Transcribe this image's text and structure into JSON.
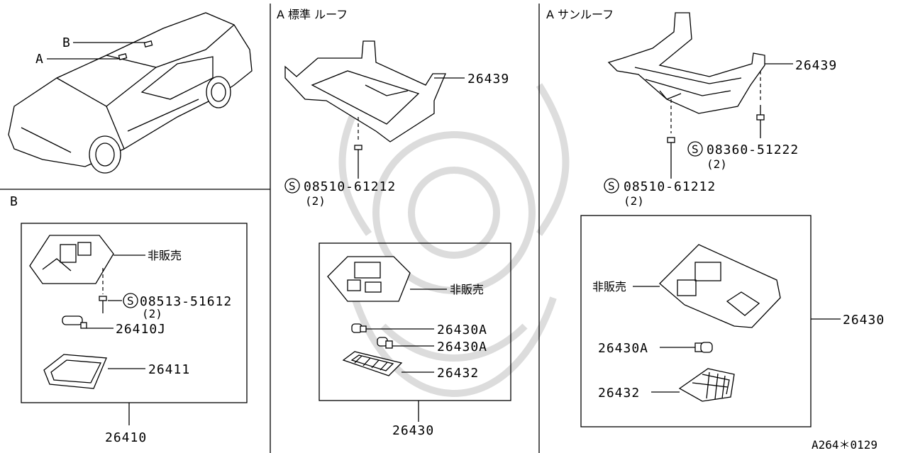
{
  "section_b": {
    "car_label_b": "B",
    "car_label_a": "A",
    "title": "B",
    "lamp_label": "非販売",
    "screw_part": "08513-51612",
    "screw_qty": "(2)",
    "bulb_part": "26410J",
    "lens_part": "26411",
    "assembly_part": "26410"
  },
  "section_std": {
    "title": "A 標準 ルーフ",
    "bracket_part": "26439",
    "screw_part": "08510-61212",
    "screw_qty": "(2)",
    "lamp_label": "非販売",
    "bulb1_part": "26430A",
    "bulb2_part": "26430A",
    "lens_part": "26432",
    "assembly_part": "26430"
  },
  "section_sun": {
    "title": "A サンルーフ",
    "bracket_part": "26439",
    "screw2_part": "08360-51222",
    "screw2_qty": "(2)",
    "screw_part": "08510-61212",
    "screw_qty": "(2)",
    "lamp_label": "非販売",
    "assembly_part": "26430",
    "bulb_part": "26430A",
    "lens_part": "26432"
  },
  "footer": {
    "code": "A264＊0129"
  },
  "symbols": {
    "s_mark": "S"
  }
}
